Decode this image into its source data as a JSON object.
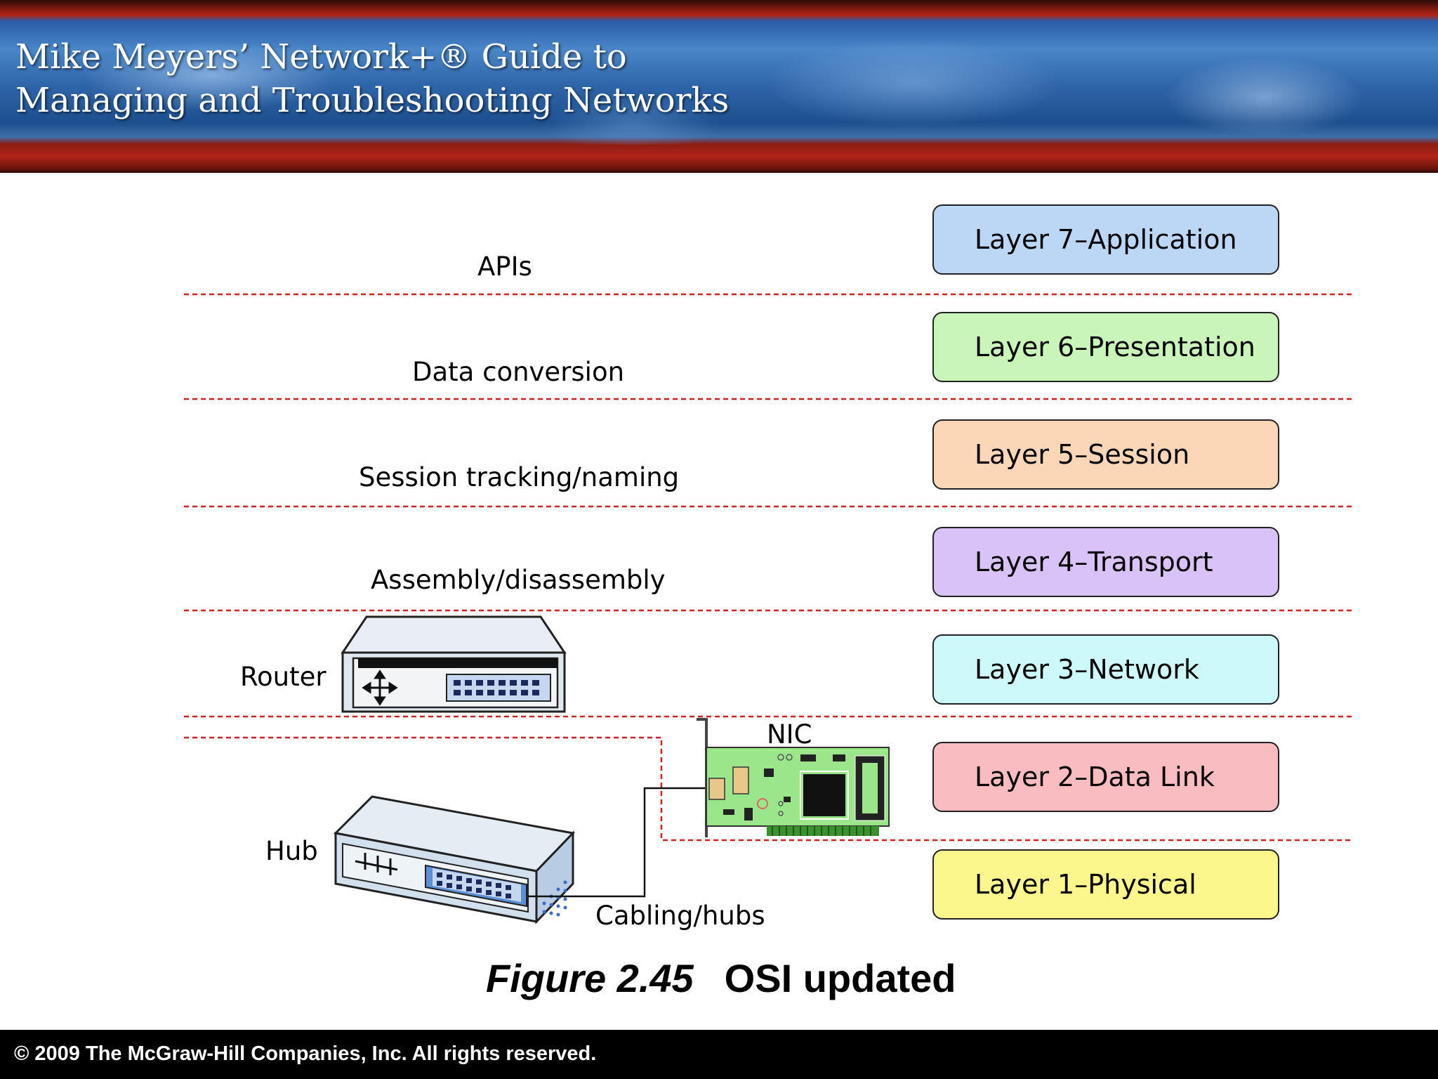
{
  "header": {
    "title_line1": "Mike Meyers’ Network+® Guide to",
    "title_line2": "Managing and Troubleshooting Networks"
  },
  "layers": [
    {
      "label": "Layer 7–Application",
      "color": "#bcd7f5"
    },
    {
      "label": "Layer 6–Presentation",
      "color": "#c9f5b8"
    },
    {
      "label": "Layer 5–Session",
      "color": "#fbd7b7"
    },
    {
      "label": "Layer 4–Transport",
      "color": "#d9c2f6"
    },
    {
      "label": "Layer 3–Network",
      "color": "#cdf9fb"
    },
    {
      "label": "Layer 2–Data Link",
      "color": "#f9bcc0"
    },
    {
      "label": "Layer 1–Physical",
      "color": "#fbf78c"
    }
  ],
  "functions": {
    "application": "APIs",
    "presentation": "Data conversion",
    "session": "Session tracking/naming",
    "transport": "Assembly/disassembly",
    "router": "Router",
    "nic": "NIC",
    "hub": "Hub",
    "cabling": "Cabling/hubs"
  },
  "caption": {
    "figure": "Figure 2.45",
    "title": "OSI updated"
  },
  "footer": {
    "copyright": "© 2009 The McGraw-Hill Companies, Inc. All rights reserved."
  },
  "colors": {
    "divider": "#cc2222",
    "banner_red": "#b02518",
    "banner_blue": "#2f66aa"
  }
}
